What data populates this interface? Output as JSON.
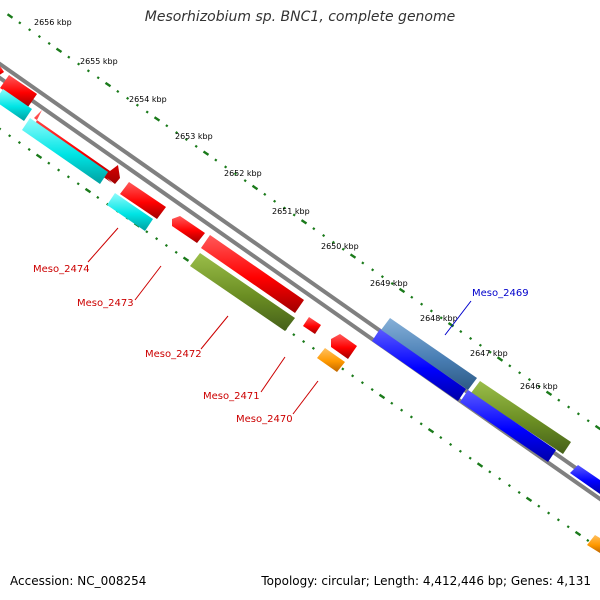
{
  "title": "Mesorhizobium sp. BNC1, complete genome",
  "accession": "Accession: NC_008254",
  "topology": "Topology: circular; Length: 4,412,446 bp; Genes: 4,131",
  "ticks": [
    "2656 kbp",
    "2655 kbp",
    "2654 kbp",
    "2653 kbp",
    "2652 kbp",
    "2651 kbp",
    "2650 kbp",
    "2649 kbp",
    "2648 kbp",
    "2647 kbp",
    "2646 kbp"
  ],
  "gene_labels": [
    "Meso_2474",
    "Meso_2473",
    "Meso_2472",
    "Meso_2471",
    "Meso_2470",
    "Meso_2469"
  ],
  "colors": {
    "red": "#ff0000",
    "cyan": "#00e5e5",
    "olive": "#6b8e23",
    "blue": "#0000ff",
    "steelblue": "#4a7fb5",
    "orange": "#ff9900",
    "tick_green": "#1a7a1a",
    "backbone": "#808080",
    "label_red": "#cc0000",
    "label_blue": "#0000cc"
  }
}
